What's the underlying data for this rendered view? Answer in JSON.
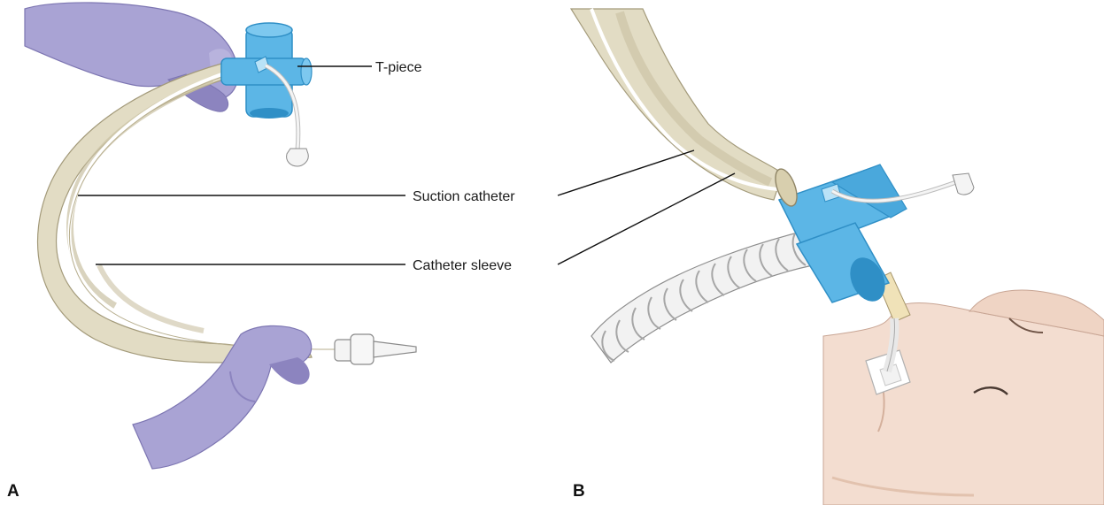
{
  "labels": {
    "t_piece": "T-piece",
    "suction_catheter": "Suction catheter",
    "catheter_sleeve": "Catheter sleeve"
  },
  "panels": {
    "a": "A",
    "b": "B"
  },
  "colors": {
    "glove": "#a9a3d4",
    "glove_shadow": "#8c84bf",
    "sleeve": "#e2dcc4",
    "sleeve_shadow": "#c9c0a2",
    "t_piece": "#5cb6e6",
    "t_piece_dark": "#2f8fc6",
    "tubing": "#f1f1f1",
    "skin": "#f3ddd0",
    "skin_shadow": "#e2c2ae"
  }
}
